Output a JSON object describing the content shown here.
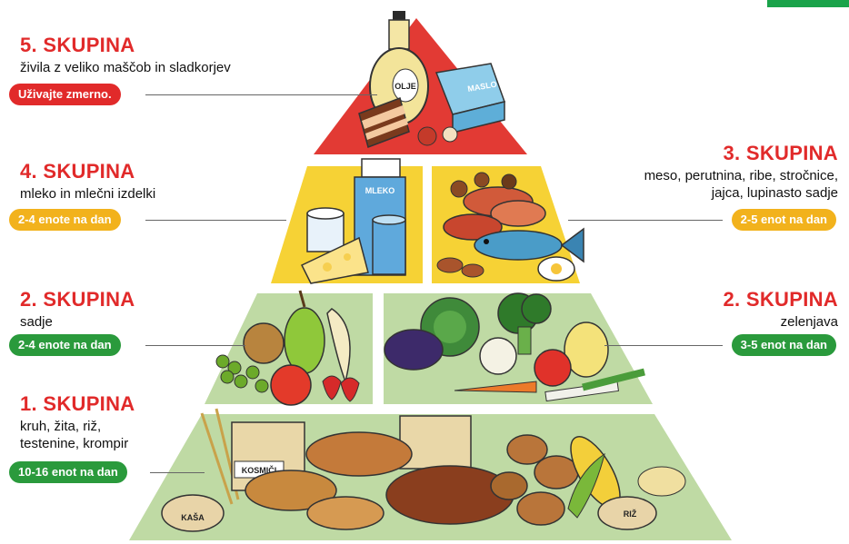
{
  "colors": {
    "red": "#e12a2a",
    "yellow": "#f2b21c",
    "green": "#2a9a3c",
    "tier_red": "#e23a34",
    "tier_yellow": "#f6d235",
    "tier_green": "#bfdaa4"
  },
  "groups": {
    "g5": {
      "title": "5. SKUPINA",
      "desc": "živila z veliko maščob in sladkorjev",
      "pill": "Uživajte zmerno."
    },
    "g4": {
      "title": "4. SKUPINA",
      "desc": "mleko in mlečni izdelki",
      "pill": "2-4 enote na dan"
    },
    "g3": {
      "title": "3. SKUPINA",
      "desc1": "meso, perutnina, ribe, stročnice,",
      "desc2": "jajca, lupinasto sadje",
      "pill": "2-5 enot na dan"
    },
    "g2a": {
      "title": "2. SKUPINA",
      "desc": "sadje",
      "pill": "2-4 enote na dan"
    },
    "g2b": {
      "title": "2. SKUPINA",
      "desc": "zelenjava",
      "pill": "3-5 enot na dan"
    },
    "g1": {
      "title": "1. SKUPINA",
      "desc1": "kruh, žita, riž,",
      "desc2": "testenine, krompir",
      "pill": "10-16 enot na dan"
    }
  },
  "food_labels": {
    "olje": "OLJE",
    "maslo": "MASLO",
    "mleko": "MLEKO",
    "kosmici": "KOSMIČI",
    "kasa": "KAŠA",
    "riz": "RIŽ"
  },
  "icons": [
    "oil-bottle-icon",
    "cake-icon",
    "butter-box-icon",
    "milk-carton-icon",
    "cheese-icon",
    "fish-icon",
    "meat-icon",
    "egg-icon",
    "pear-icon",
    "grapes-icon",
    "apple-icon",
    "strawberry-icon",
    "eggplant-icon",
    "broccoli-icon",
    "cabbage-icon",
    "pepper-icon",
    "carrot-icon",
    "bread-icon",
    "cereal-box-icon",
    "corn-icon",
    "potato-icon",
    "wheat-icon"
  ]
}
